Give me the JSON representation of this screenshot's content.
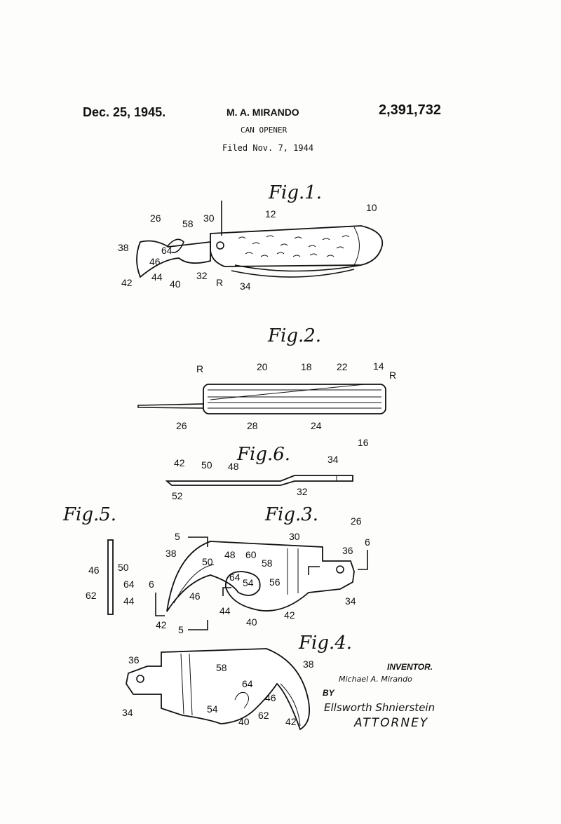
{
  "header": {
    "date": "Dec. 25, 1945.",
    "inventor_name": "M. A. MIRANDO",
    "patent_number": "2,391,732",
    "title": "CAN OPENER",
    "filed": "Filed Nov. 7, 1944"
  },
  "figures": {
    "fig1": "Fig.1.",
    "fig2": "Fig.2.",
    "fig3": "Fig.3.",
    "fig4": "Fig.4.",
    "fig5": "Fig.5.",
    "fig6": "Fig.6."
  },
  "refs": {
    "fig1": [
      "26",
      "30",
      "58",
      "12",
      "10",
      "38",
      "64",
      "46",
      "42",
      "44",
      "40",
      "32",
      "R",
      "34"
    ],
    "fig2": [
      "R",
      "20",
      "18",
      "22",
      "14",
      "R",
      "26",
      "28",
      "24",
      "16"
    ],
    "fig6": [
      "42",
      "50",
      "48",
      "34",
      "52",
      "32"
    ],
    "fig5": [
      "46",
      "50",
      "64",
      "62",
      "44"
    ],
    "fig3": [
      "26",
      "5",
      "30",
      "36",
      "6",
      "38",
      "48",
      "60",
      "58",
      "50",
      "54",
      "56",
      "6",
      "64",
      "46",
      "44",
      "42",
      "34",
      "42",
      "40",
      "5"
    ],
    "fig4": [
      "36",
      "38",
      "58",
      "64",
      "46",
      "34",
      "54",
      "62",
      "40",
      "42"
    ]
  },
  "signature_block": {
    "inventor_label": "INVENTOR.",
    "inventor_signature": "Michael A. Mirando",
    "by_label": "BY",
    "attorney_signature": "Ellsworth Shnierstein",
    "attorney_label": "ATTORNEY"
  }
}
